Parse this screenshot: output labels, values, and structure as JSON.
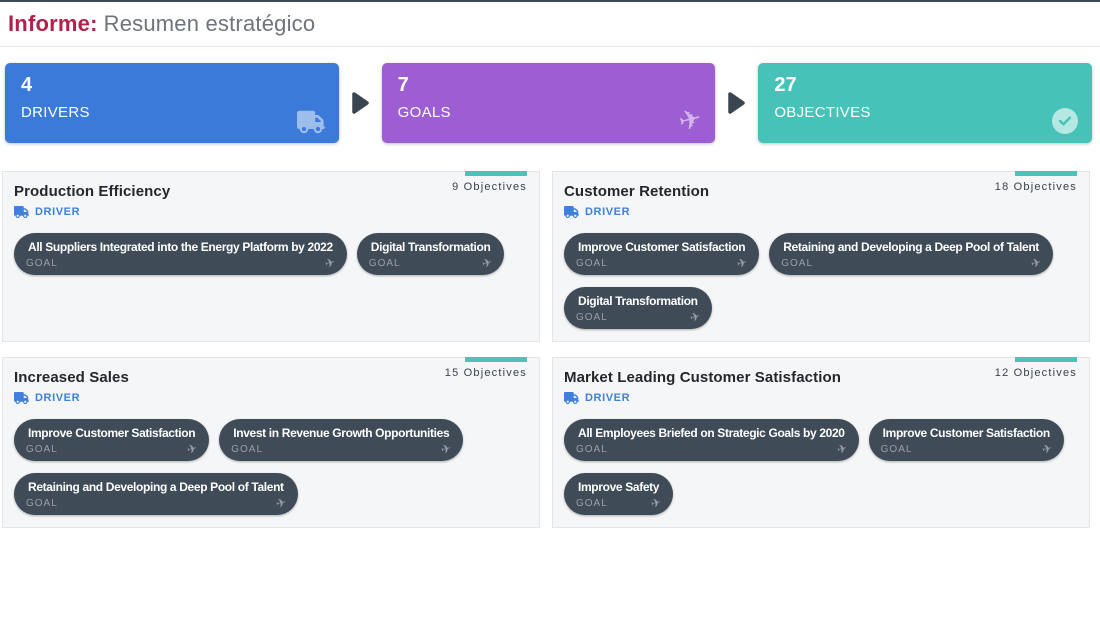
{
  "header": {
    "report_label": "Informe:",
    "report_title": "Resumen estratégico"
  },
  "labels": {
    "driver": "DRIVER",
    "goal": "GOAL"
  },
  "stats": [
    {
      "value": "4",
      "label": "DRIVERS",
      "icon": "truck-icon",
      "color": "#3b7ad9"
    },
    {
      "value": "7",
      "label": "GOALS",
      "icon": "plane-icon",
      "color": "#9d5ed3"
    },
    {
      "value": "27",
      "label": "OBJECTIVES",
      "icon": "check-circle-icon",
      "color": "#47c2b8"
    }
  ],
  "drivers": [
    {
      "title": "Production Efficiency",
      "objectives": "9 Objectives",
      "goals": [
        {
          "title": "All Suppliers Integrated into the Energy Platform by 2022"
        },
        {
          "title": "Digital Transformation"
        }
      ]
    },
    {
      "title": "Customer Retention",
      "objectives": "18 Objectives",
      "goals": [
        {
          "title": "Improve Customer Satisfaction"
        },
        {
          "title": "Retaining and Developing a Deep Pool of Talent"
        },
        {
          "title": "Digital Transformation"
        }
      ]
    },
    {
      "title": "Increased Sales",
      "objectives": "15 Objectives",
      "goals": [
        {
          "title": "Improve Customer Satisfaction"
        },
        {
          "title": "Invest in Revenue Growth Opportunities"
        },
        {
          "title": "Retaining and Developing a Deep Pool of Talent"
        }
      ]
    },
    {
      "title": "Market Leading Customer Satisfaction",
      "objectives": "12 Objectives",
      "goals": [
        {
          "title": "All Employees Briefed on Strategic Goals by 2020"
        },
        {
          "title": "Improve Customer Satisfaction"
        },
        {
          "title": "Improve Safety"
        }
      ]
    }
  ],
  "colors": {
    "accent_red": "#b3204a",
    "driver_blue": "#3f80dd",
    "progress_teal": "#4cc3b9",
    "pill_dark": "#3f4b57",
    "stat_blue": "#3b7ad9",
    "stat_purple": "#9d5ed3",
    "stat_teal": "#47c2b8"
  }
}
